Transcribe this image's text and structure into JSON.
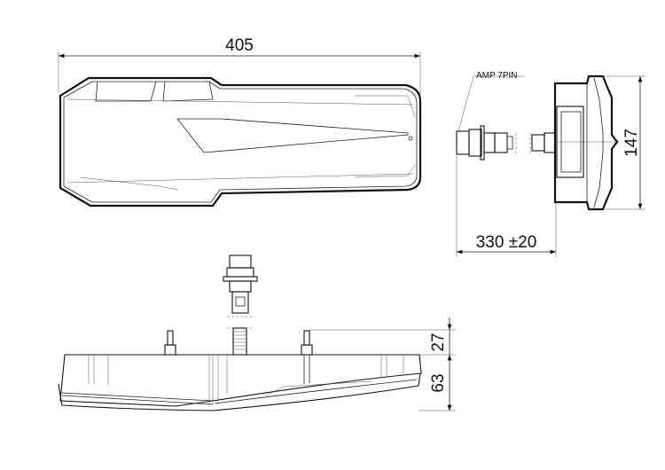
{
  "dimensions": {
    "length": "405",
    "height": "147",
    "cable_length": "330 ±20",
    "stud_height": "27",
    "depth": "63"
  },
  "labels": {
    "connector": "AMP 7PIN"
  }
}
